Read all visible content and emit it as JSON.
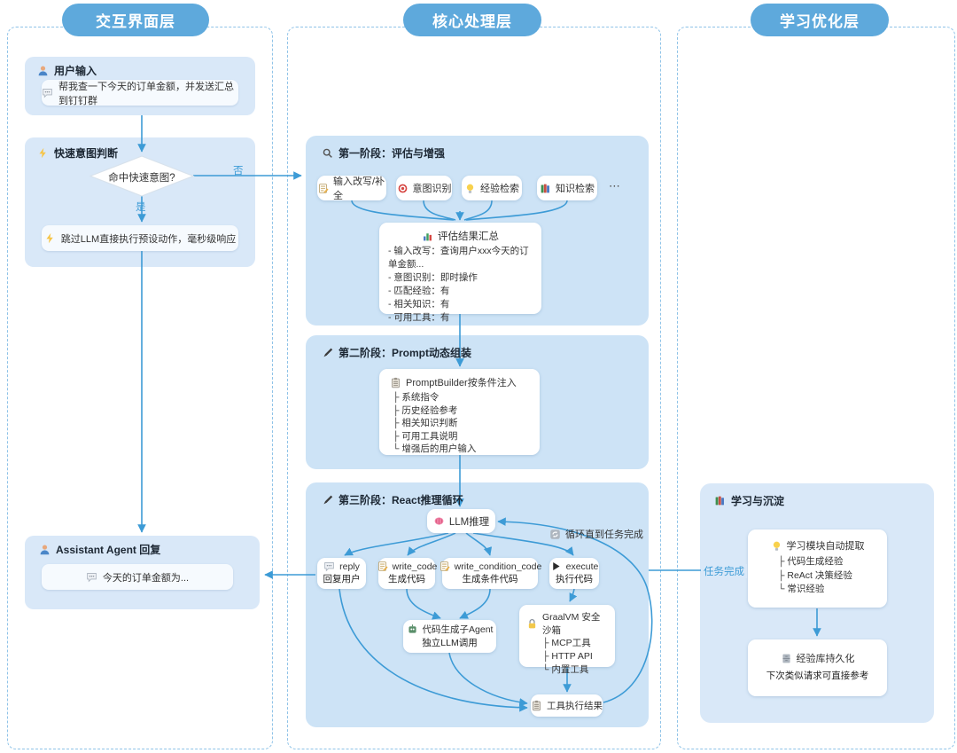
{
  "colors": {
    "accent": "#5EA9DC",
    "arrow": "#3D9BD6",
    "panel": "#D9E8F8",
    "stage": "#CDE3F6",
    "dashed_border": "#8FC3E8"
  },
  "headers": {
    "left": "交互界面层",
    "middle": "核心处理层",
    "right": "学习优化层"
  },
  "left": {
    "user_input": {
      "icon": "person",
      "title": "用户输入",
      "bubble_icon": "speech",
      "bubble": "帮我查一下今天的订单金额，并发送汇总到钉钉群"
    },
    "quick_intent": {
      "icon": "lightning",
      "title": "快速意图判断",
      "diamond": "命中快速意图?",
      "no": "否",
      "yes": "是",
      "action_icon": "lightning",
      "action": "跳过LLM直接执行预设动作，毫秒级响应"
    },
    "assistant": {
      "icon": "person",
      "title": "Assistant Agent 回复",
      "bubble_icon": "speech",
      "bubble": "今天的订单金额为..."
    }
  },
  "middle": {
    "stage1": {
      "icon": "magnifier",
      "title": "第一阶段：评估与增强",
      "chips": [
        {
          "icon": "memo",
          "label": "输入改写/补全"
        },
        {
          "icon": "target",
          "label": "意图识别"
        },
        {
          "icon": "bulb",
          "label": "经验检索"
        },
        {
          "icon": "books",
          "label": "知识检索"
        }
      ],
      "more": "⋯",
      "summary": {
        "icon": "chart",
        "title": "评估结果汇总",
        "lines": [
          "- 输入改写：查询用户xxx今天的订单金额...",
          "- 意图识别：即时操作",
          "- 匹配经验：有",
          "- 相关知识：有",
          "- 可用工具：有"
        ]
      }
    },
    "stage2": {
      "icon": "pen",
      "title": "第二阶段：Prompt动态组装",
      "builder": {
        "icon": "clipboard",
        "title": "PromptBuilder按条件注入",
        "lines": [
          "├ 系统指令",
          "├ 历史经验参考",
          "├ 相关知识判断",
          "├ 可用工具说明",
          "└ 增强后的用户输入"
        ]
      }
    },
    "stage3": {
      "icon": "pen",
      "title": "第三阶段：React推理循环",
      "llm": {
        "icon": "brain",
        "label": "LLM推理"
      },
      "loop": {
        "icon": "loop",
        "label": "循环直到任务完成"
      },
      "actions": [
        {
          "icon": "speech",
          "name": "reply",
          "desc": "回复用户"
        },
        {
          "icon": "memo",
          "name": "write_code",
          "desc": "生成代码"
        },
        {
          "icon": "memo",
          "name": "write_condition_code",
          "desc": "生成条件代码"
        },
        {
          "icon": "play",
          "name": "execute",
          "desc": "执行代码"
        }
      ],
      "subagent": {
        "icon": "robot",
        "line1": "代码生成子Agent",
        "line2": "独立LLM调用"
      },
      "sandbox": {
        "icon": "lock",
        "title": "GraalVM 安全沙箱",
        "lines": [
          "├ MCP工具",
          "├ HTTP API",
          "└ 内置工具"
        ]
      },
      "tool_result": {
        "icon": "clipboard",
        "label": "工具执行结果"
      }
    }
  },
  "right": {
    "box": {
      "icon": "books",
      "title": "学习与沉淀"
    },
    "extract": {
      "icon": "bulb",
      "title": "学习模块自动提取",
      "lines": [
        "├ 代码生成经验",
        "├ ReAct 决策经验",
        "└ 常识经验"
      ]
    },
    "persist": {
      "icon": "cabinet",
      "title": "经验库持久化",
      "subtitle": "下次类似请求可直接参考"
    },
    "task_done": "任务完成"
  }
}
